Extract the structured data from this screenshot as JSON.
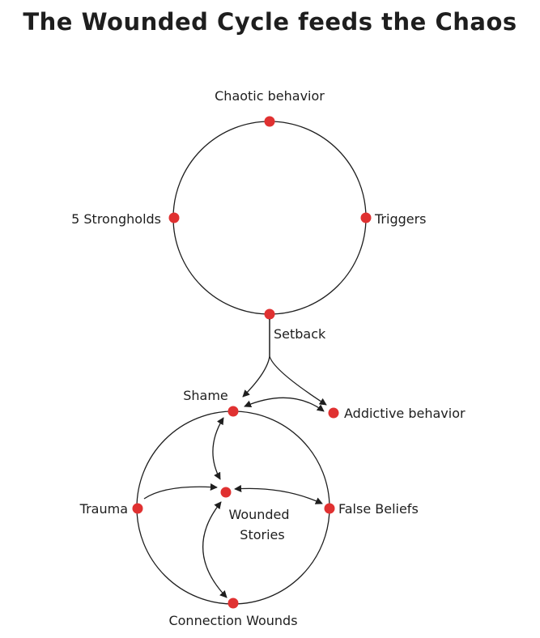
{
  "title": "The Wounded Cycle feeds the Chaos",
  "colors": {
    "node": "#e03131",
    "stroke": "#1e1e1e",
    "background": "#ffffff"
  },
  "chaos_cycle": {
    "nodes": {
      "top": "Chaotic behavior",
      "right": "Triggers",
      "bottom": "Setback",
      "left": "5 Strongholds"
    }
  },
  "wounded_cycle": {
    "nodes": {
      "top": "Shame",
      "right": "False Beliefs",
      "bottom": "Connection Wounds",
      "left": "Trauma"
    },
    "center": {
      "line1": "Wounded",
      "line2": "Stories"
    }
  },
  "external_node": "Addictive behavior",
  "connections": [
    {
      "from": "Setback",
      "to": "Shame",
      "type": "arrow"
    },
    {
      "from": "Setback",
      "to": "Addictive behavior",
      "type": "arrow"
    },
    {
      "from": "Addictive behavior",
      "to": "Shame",
      "type": "bidirectional"
    },
    {
      "from": "Shame",
      "to": "Wounded Stories",
      "type": "bidirectional"
    },
    {
      "from": "Trauma",
      "to": "Wounded Stories",
      "type": "arrow"
    },
    {
      "from": "False Beliefs",
      "to": "Wounded Stories",
      "type": "bidirectional"
    },
    {
      "from": "Wounded Stories",
      "to": "Connection Wounds",
      "type": "bidirectional"
    }
  ]
}
